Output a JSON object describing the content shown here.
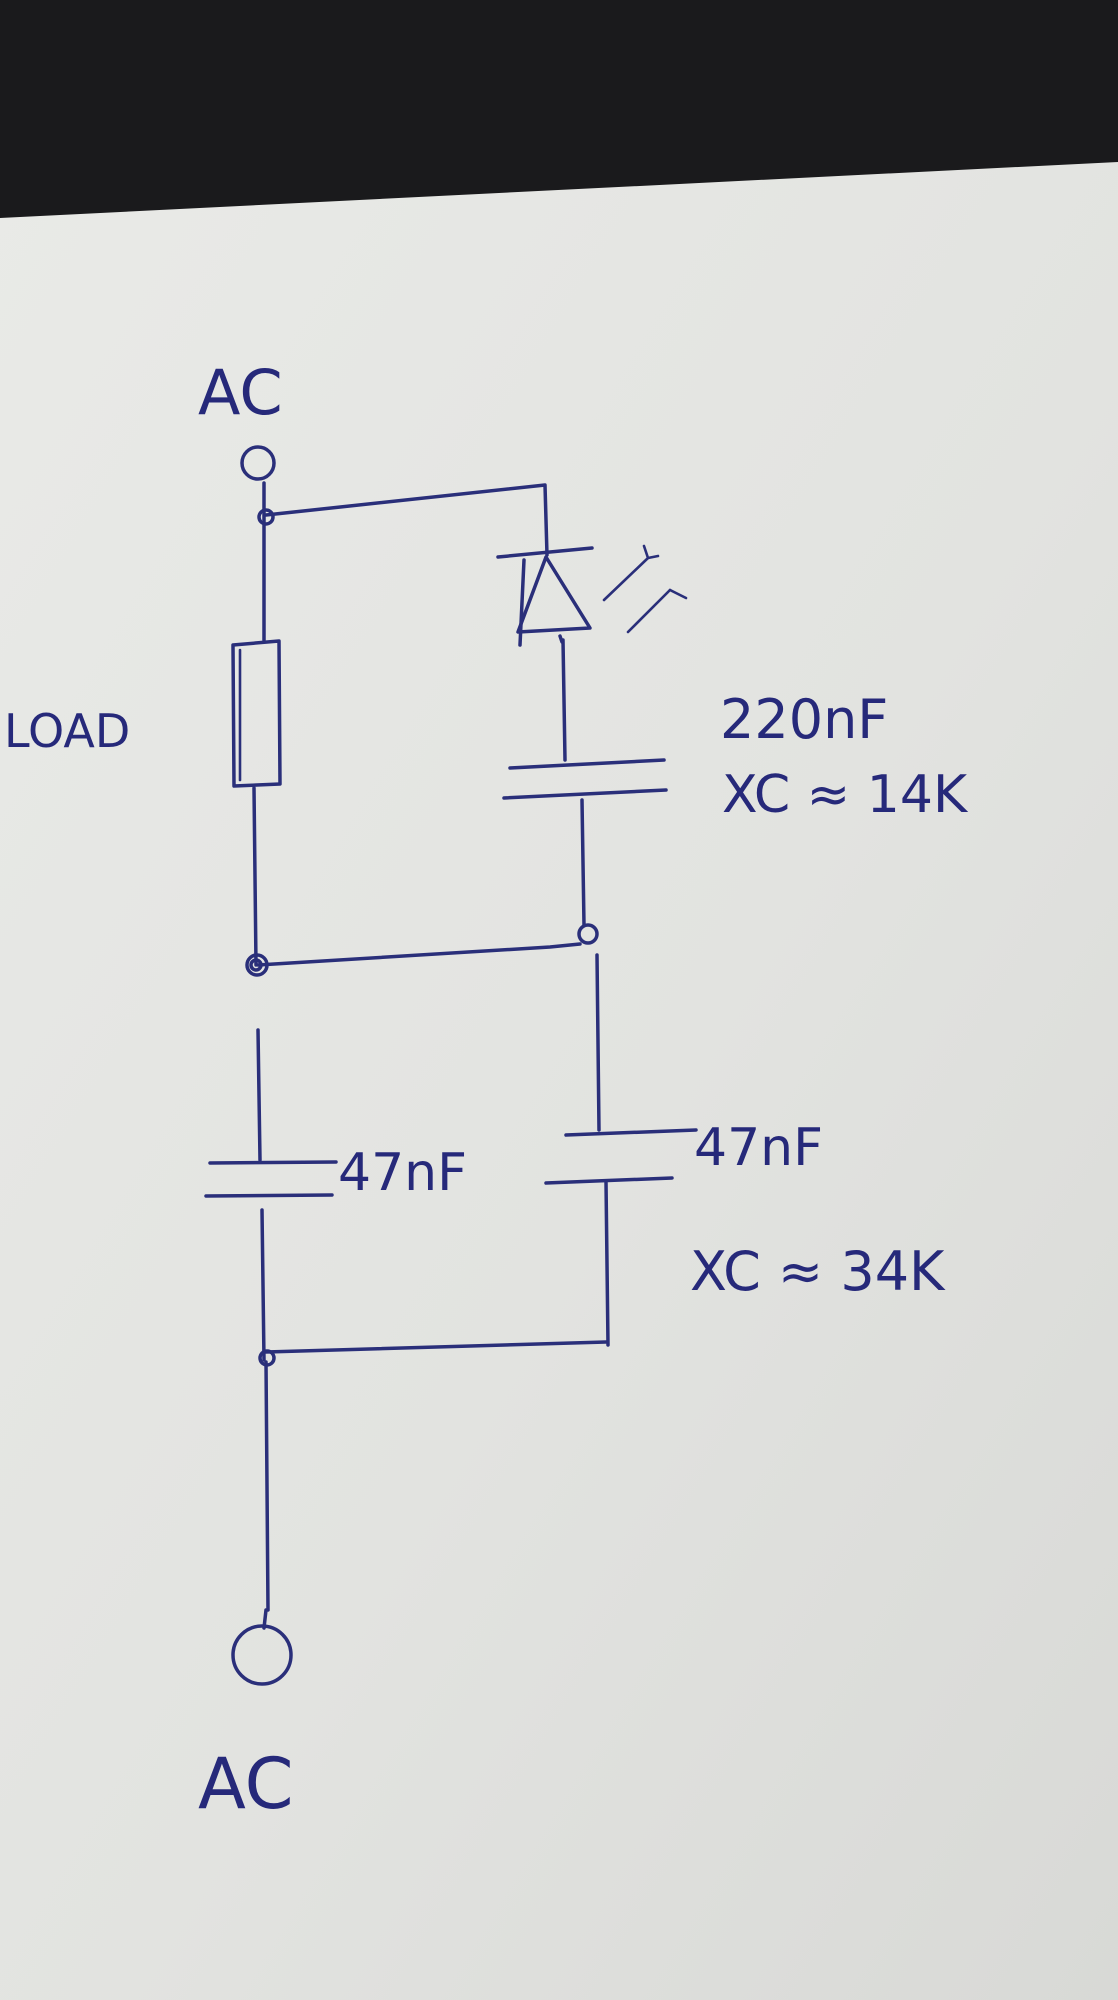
{
  "terminals": {
    "top_label": "AC",
    "bottom_label": "AC"
  },
  "load": {
    "label": "LOAD"
  },
  "led": {
    "name": "LED"
  },
  "cap_series": {
    "value": "220nF",
    "reactance": "XC ≈ 14K"
  },
  "cap_left": {
    "value": "47nF"
  },
  "cap_right": {
    "value": "47nF",
    "reactance": "XC ≈ 34K"
  },
  "colors": {
    "paper": "#e4e5e2",
    "ink": "#2a2f7a",
    "background": "#1a1a1c"
  }
}
